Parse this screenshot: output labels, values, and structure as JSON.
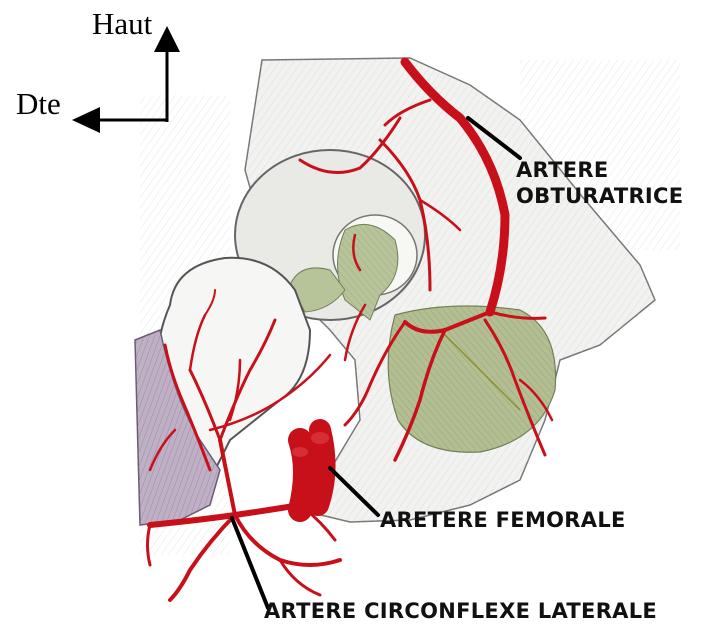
{
  "orientation": {
    "up_label": "Haut",
    "right_label": "Dte"
  },
  "callouts": {
    "obturatrice_line1": "ARTERE",
    "obturatrice_line2": "OBTURATRICE",
    "femorale": "ARETERE FEMORALE",
    "circonflexe": "ARTERE CIRCONFLEXE LATERALE"
  },
  "colors": {
    "artery": "#c8101a",
    "bone": "#f2f2f0",
    "foramen_membrane": "#a9ba8c",
    "capsule": "#a996b0",
    "leader_line": "#000000"
  }
}
